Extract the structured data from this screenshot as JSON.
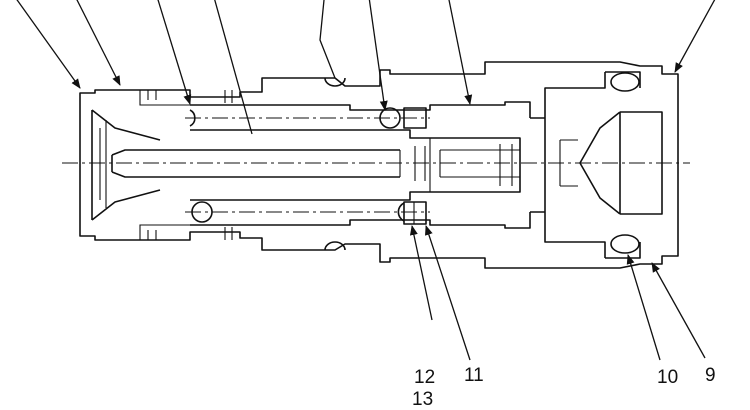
{
  "callouts": {
    "c12": "12",
    "c11": "11",
    "c10": "10",
    "c9": "9",
    "c13": "13"
  }
}
